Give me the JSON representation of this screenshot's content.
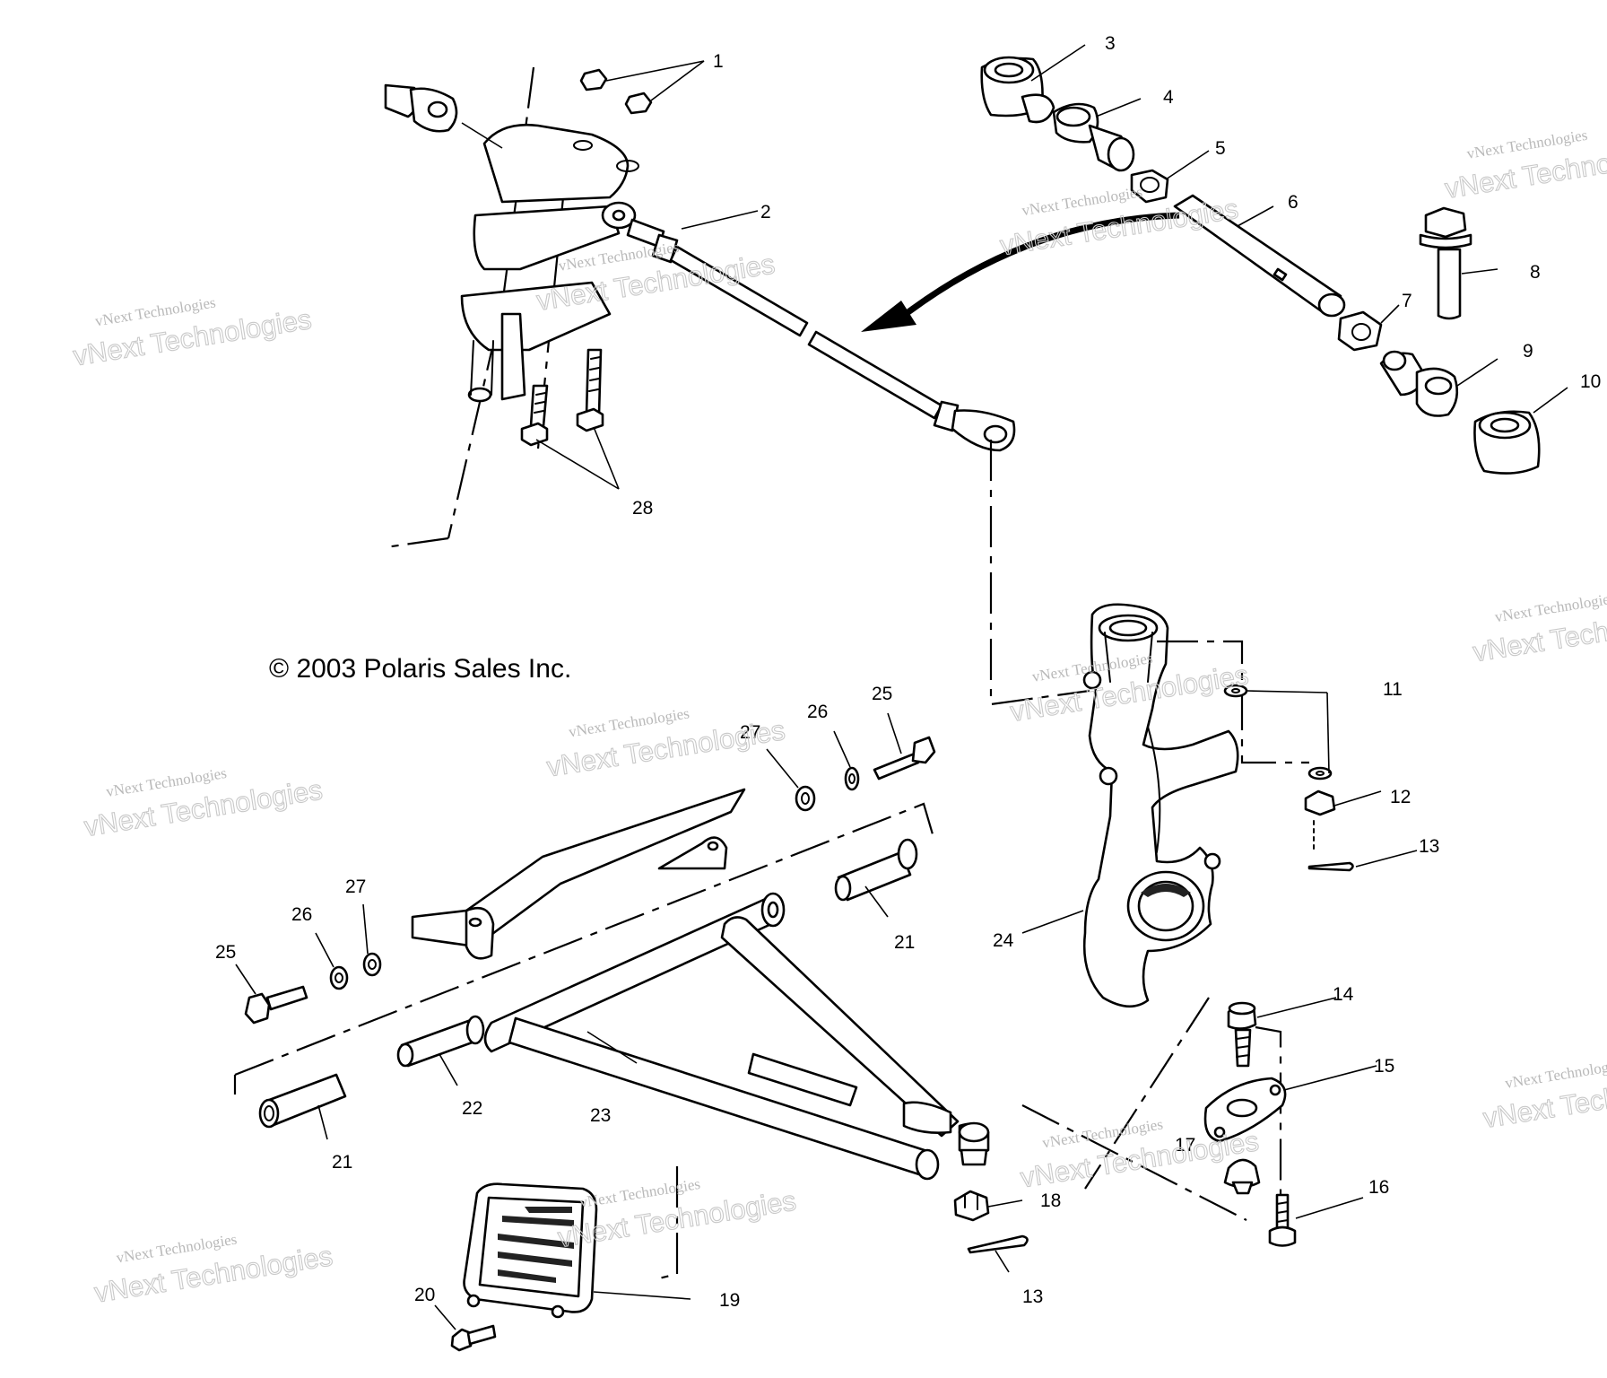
{
  "copyright": "© 2003 Polaris Sales Inc.",
  "watermark": {
    "line1": "vNext Technologies",
    "line2": "vNext Technologies"
  },
  "callouts": [
    {
      "id": "1",
      "text": "1"
    },
    {
      "id": "2",
      "text": "2"
    },
    {
      "id": "3",
      "text": "3"
    },
    {
      "id": "4",
      "text": "4"
    },
    {
      "id": "5",
      "text": "5"
    },
    {
      "id": "6",
      "text": "6"
    },
    {
      "id": "7",
      "text": "7"
    },
    {
      "id": "8",
      "text": "8"
    },
    {
      "id": "9",
      "text": "9"
    },
    {
      "id": "10",
      "text": "10"
    },
    {
      "id": "11",
      "text": "11"
    },
    {
      "id": "12",
      "text": "12"
    },
    {
      "id": "13a",
      "text": "13"
    },
    {
      "id": "13b",
      "text": "13"
    },
    {
      "id": "14",
      "text": "14"
    },
    {
      "id": "15",
      "text": "15"
    },
    {
      "id": "16",
      "text": "16"
    },
    {
      "id": "17",
      "text": "17"
    },
    {
      "id": "18",
      "text": "18"
    },
    {
      "id": "19",
      "text": "19"
    },
    {
      "id": "20",
      "text": "20"
    },
    {
      "id": "21a",
      "text": "21"
    },
    {
      "id": "21b",
      "text": "21"
    },
    {
      "id": "22",
      "text": "22"
    },
    {
      "id": "23",
      "text": "23"
    },
    {
      "id": "24",
      "text": "24"
    },
    {
      "id": "25a",
      "text": "25"
    },
    {
      "id": "25b",
      "text": "25"
    },
    {
      "id": "26a",
      "text": "26"
    },
    {
      "id": "26b",
      "text": "26"
    },
    {
      "id": "27a",
      "text": "27"
    },
    {
      "id": "27b",
      "text": "27"
    },
    {
      "id": "28",
      "text": "28"
    }
  ]
}
